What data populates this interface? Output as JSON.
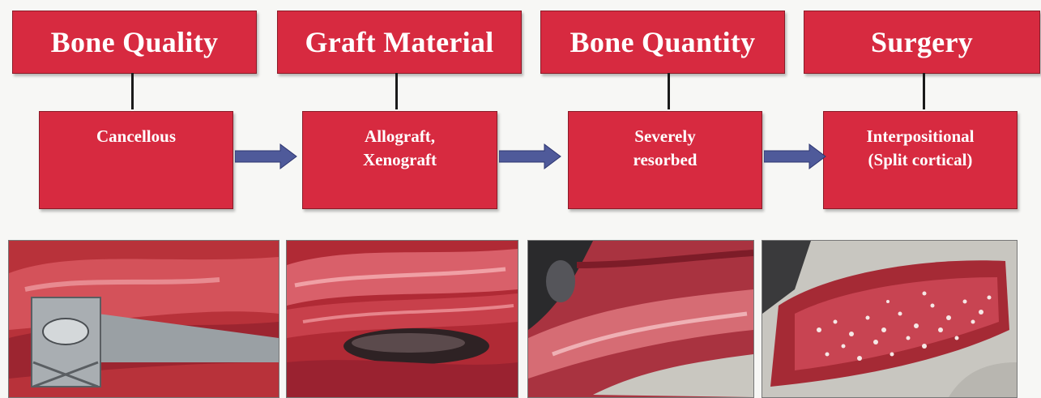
{
  "steps": [
    {
      "header": "Bone Quality",
      "lines": [
        "Cancellous"
      ]
    },
    {
      "header": "Graft Material",
      "lines": [
        "Allograft,",
        "Xenograft"
      ]
    },
    {
      "header": "Bone Quantity",
      "lines": [
        "Severely",
        "resorbed"
      ]
    },
    {
      "header": "Surgery",
      "lines": [
        "Interpositional",
        "(Split cortical)"
      ]
    }
  ],
  "colors": {
    "box_fill": "#d72a40",
    "arrow_fill": "#4f5a9a",
    "connector": "#1a1a1a"
  }
}
